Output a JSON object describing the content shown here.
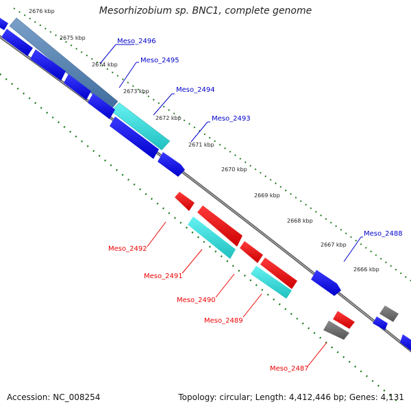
{
  "title": "Mesorhizobium sp. BNC1, complete genome",
  "footer": {
    "accession": "Accession: NC_008254",
    "summary": "Topology: circular; Length: 4,412,446 bp; Genes: 4,131"
  },
  "colors": {
    "forward": "#0000ee",
    "reverse": "#ee0000",
    "highlight_fwd": "#4a7ab0",
    "cyan": "#33dddd",
    "cyan_dark": "#22bbbb",
    "gray": "#707070",
    "tick": "#1a7a1a",
    "backbone": "#808080"
  },
  "kbp_labels": [
    "2676 kbp",
    "2675 kbp",
    "2674 kbp",
    "2673 kbp",
    "2672 kbp",
    "2671 kbp",
    "2670 kbp",
    "2669 kbp",
    "2668 kbp",
    "2667 kbp",
    "2666 kbp"
  ],
  "gene_labels": [
    {
      "text": "Meso_2496",
      "strand": "forward"
    },
    {
      "text": "Meso_2495",
      "strand": "forward"
    },
    {
      "text": "Meso_2494",
      "strand": "forward"
    },
    {
      "text": "Meso_2493",
      "strand": "forward"
    },
    {
      "text": "Meso_2488",
      "strand": "forward"
    },
    {
      "text": "Meso_2492",
      "strand": "reverse"
    },
    {
      "text": "Meso_2491",
      "strand": "reverse"
    },
    {
      "text": "Meso_2490",
      "strand": "reverse"
    },
    {
      "text": "Meso_2489",
      "strand": "reverse"
    },
    {
      "text": "Meso_2487",
      "strand": "reverse"
    }
  ]
}
